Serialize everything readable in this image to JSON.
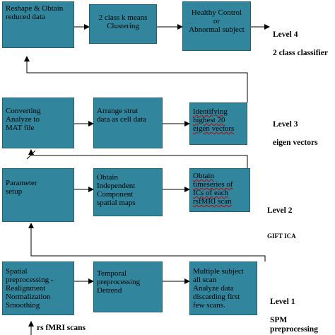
{
  "level4": {
    "boxes": [
      "Reshape & Obtain reduced data",
      "2 class k means Clustering",
      "Healthy Control\nor\nAbnormal subject"
    ],
    "label_line1": "Level 4",
    "label_line2": "2 class classifier"
  },
  "level3": {
    "boxes": [
      "Converting\nAnalyze to\nMAT file",
      "Arrange strut\ndata as cell data",
      "Identifying\nhighest 20\neigen vectors"
    ],
    "label_line1": "Level 3",
    "label_line2": "eigen vectors"
  },
  "level2": {
    "boxes": [
      "Parameter\nsetup",
      "Obtain\nIndependent\nComponent\nspatial maps",
      "Obtain\ntimeseries of\nICs of each\nrsfMRI scan"
    ],
    "label_line1": "Level 2",
    "label_line2": "GIFT ICA"
  },
  "level1": {
    "boxes": [
      "Spatial\npreprocessing -\nRealignment\nNormalization\nSmoothing",
      "Temporal\npreprocessing\nDetrend",
      "Multiple subject\nall scan\nAnalyze data\ndiscarding first\nfew scans."
    ],
    "label_line1": "Level 1",
    "label_line2": "SPM preprocessing"
  },
  "input_label": "rs fMRI scans",
  "colors": {
    "box_fill": "#31859c",
    "box_border": "#1f5f70",
    "line": "#000000",
    "spellcheck_underline": "#c00000"
  }
}
